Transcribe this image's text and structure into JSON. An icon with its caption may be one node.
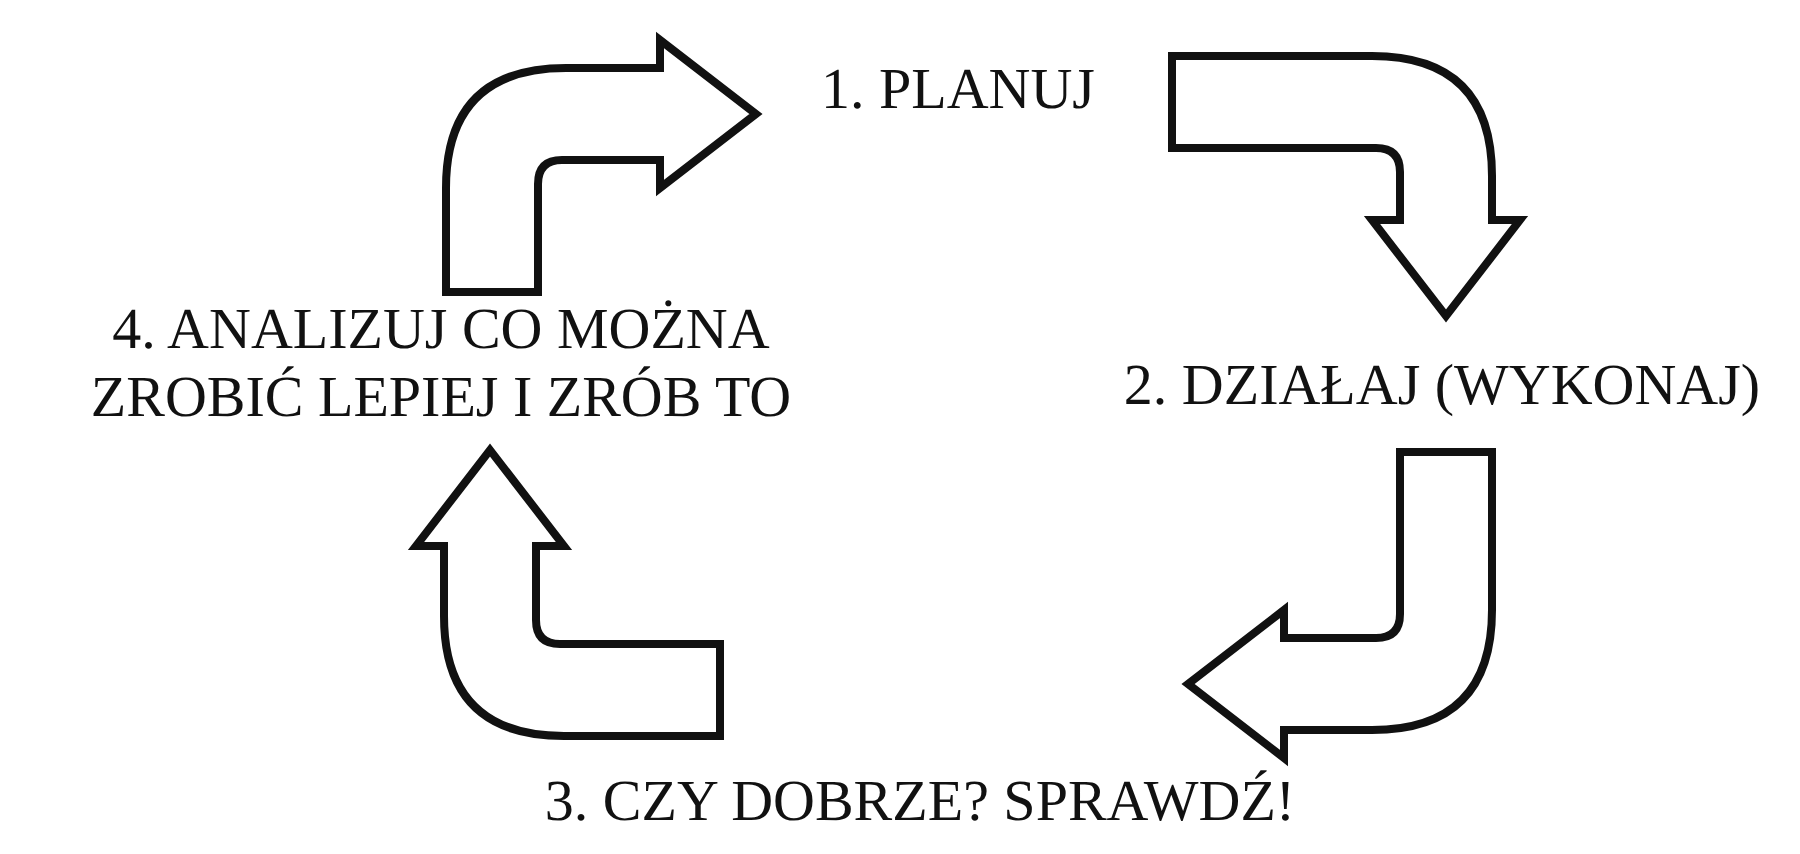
{
  "diagram": {
    "nodes": [
      {
        "text": [
          "1. PLANUJ"
        ]
      },
      {
        "text": [
          "2. DZIAŁAJ (WYKONAJ)"
        ]
      },
      {
        "text": [
          "3. CZY DOBRZE? SPRAWDŹ!"
        ]
      },
      {
        "text": [
          "4. ANALIZUJ CO MOŻNA ZROBIĆ LEPIEJ I ZRÓB TO"
        ]
      }
    ],
    "edges": [
      {
        "from": 3,
        "to": 0,
        "arrow": "to"
      },
      {
        "from": 0,
        "to": 1,
        "arrow": "to"
      },
      {
        "from": 1,
        "to": 2,
        "arrow": "to"
      },
      {
        "from": 2,
        "to": 3,
        "arrow": "to"
      }
    ]
  }
}
